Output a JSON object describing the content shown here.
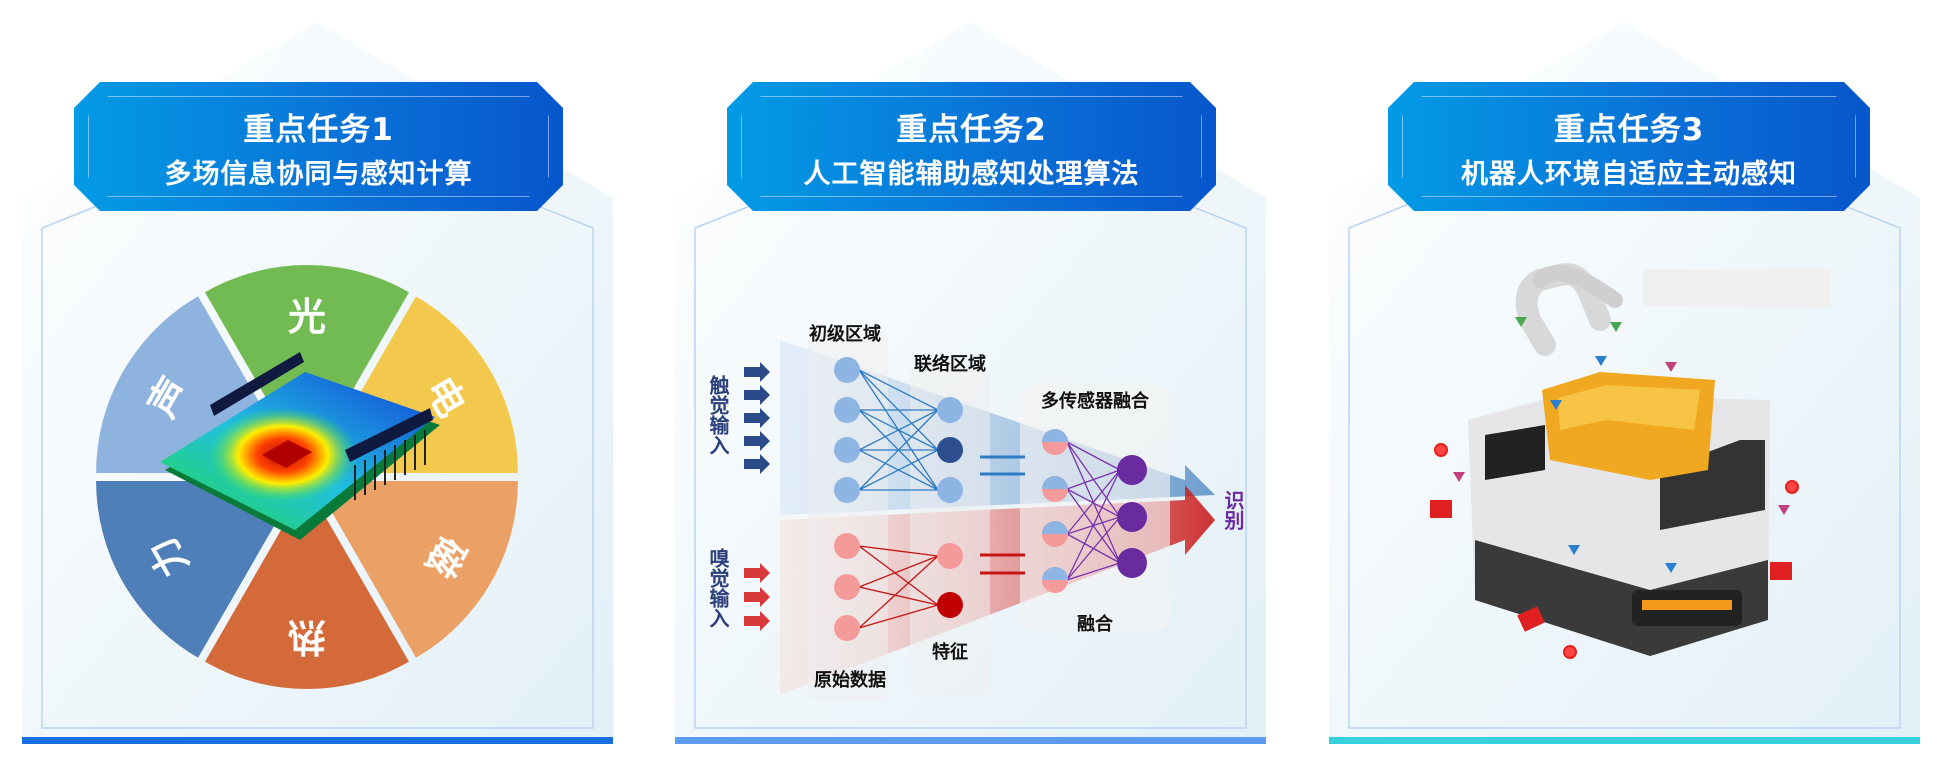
{
  "tasks": [
    {
      "title": "重点任务1",
      "subtitle": "多场信息协同与感知计算",
      "fields": [
        "光",
        "电",
        "磁",
        "热",
        "力",
        "声"
      ],
      "colors": [
        "#72bb52",
        "#f2c94c",
        "#eba066",
        "#d4693a",
        "#4f7fb8",
        "#8eb3df"
      ],
      "bar_color": "#1a6fe0"
    },
    {
      "title": "重点任务2",
      "subtitle": "人工智能辅助感知处理算法",
      "tactile_input": "触觉输入",
      "olfactory_input": "嗅觉输入",
      "primary_area": "初级区域",
      "association_area": "联络区域",
      "multi_sensor_fusion": "多传感器融合",
      "fusion": "融合",
      "feature": "特征",
      "raw_data": "原始数据",
      "recognition": "识别",
      "bar_color": "#5c9cf0"
    },
    {
      "title": "重点任务3",
      "subtitle": "机器人环境自适应主动感知",
      "bar_color": "#37d0de"
    }
  ]
}
